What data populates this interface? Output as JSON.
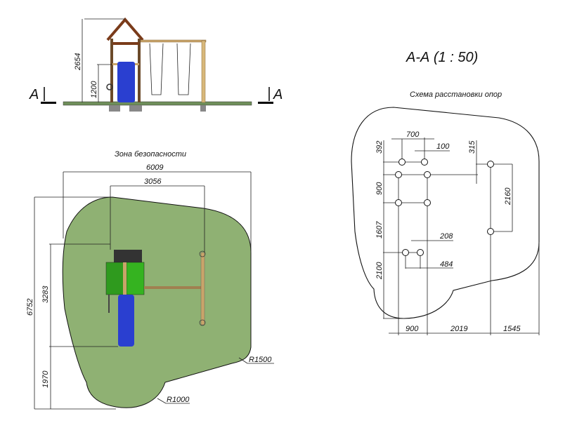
{
  "elevation": {
    "height_total": "2654",
    "height_platform": "1200",
    "section_mark_left": "A",
    "section_mark_right": "A"
  },
  "safety_zone": {
    "title": "Зона безопасности",
    "width_total": "6009",
    "width_frame": "3056",
    "height_total": "6752",
    "height_structure": "3283",
    "height_bottom": "1970",
    "radius_large": "R1500",
    "radius_small": "R1000",
    "zone_color": "#8fb173"
  },
  "section": {
    "title": "А-А (1 : 50)",
    "subtitle": "Схема расстановки опор",
    "dims": {
      "d700": "700",
      "d100": "100",
      "d392": "392",
      "d315": "315",
      "d900v": "900",
      "d2160": "2160",
      "d1607": "1607",
      "d208": "208",
      "d484": "484",
      "d2100": "2100",
      "d900h": "900",
      "d2019": "2019",
      "d1545": "1545"
    }
  }
}
